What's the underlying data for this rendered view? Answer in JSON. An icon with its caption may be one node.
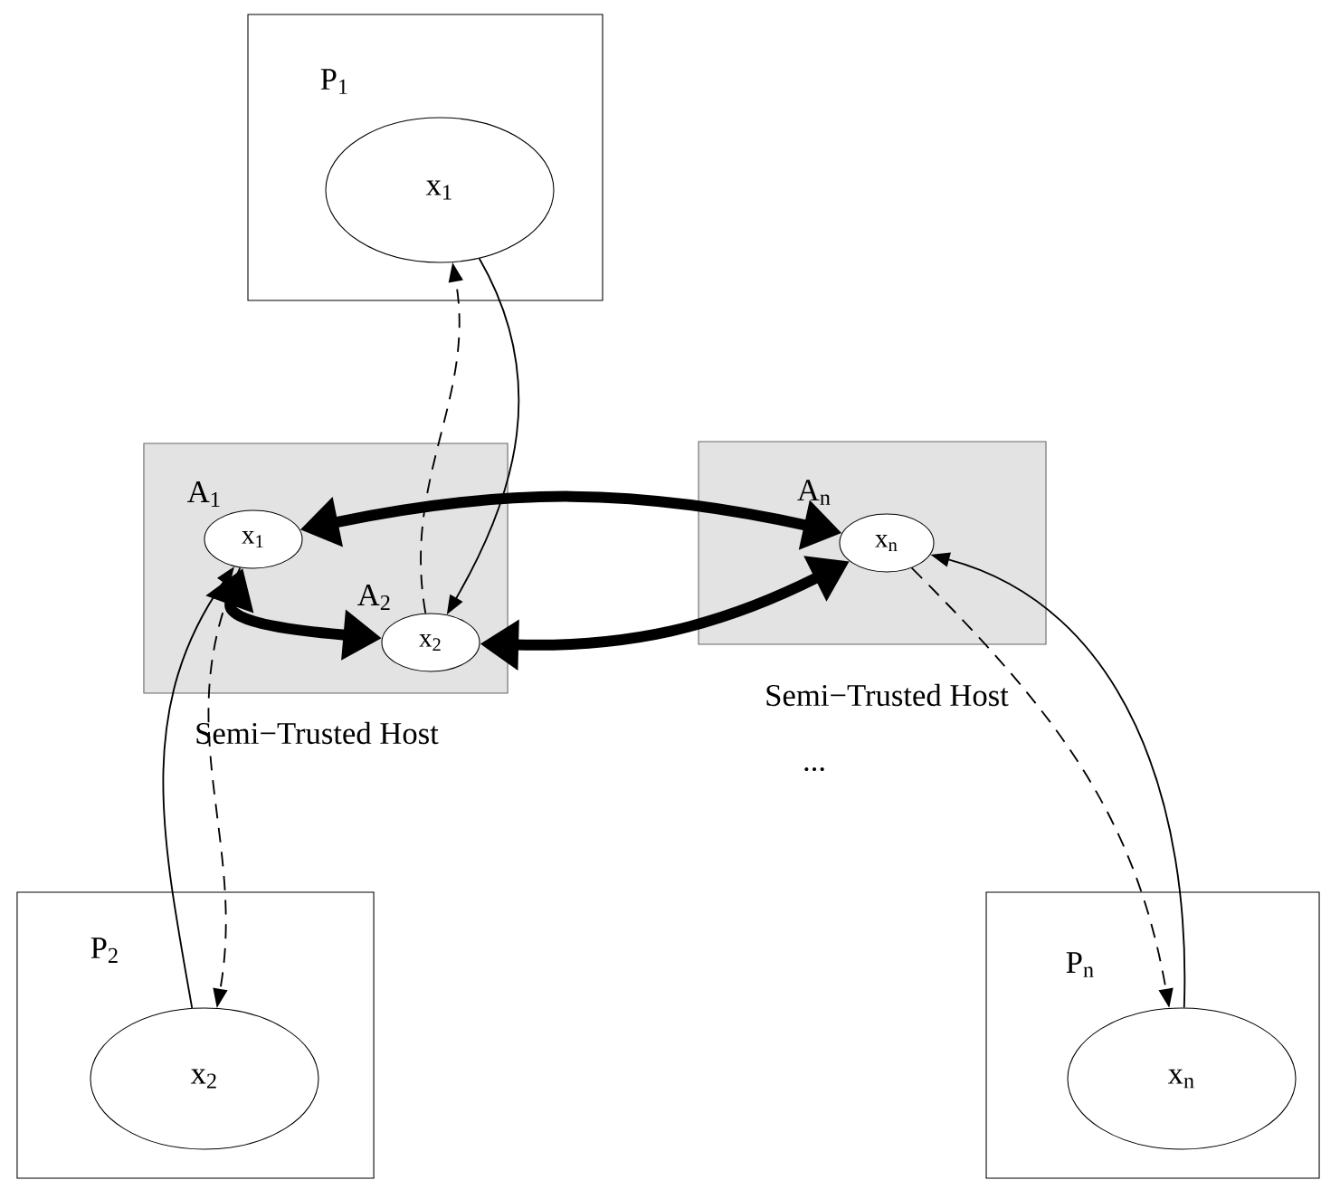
{
  "diagram": {
    "nodes": [
      {
        "text": [
          "P$_{1}$"
        ]
      },
      {
        "text": [
          "x$_{1}$"
        ],
        "in": 0
      },
      {
        "text": [
          "Semi−Trusted Host"
        ]
      },
      {
        "text": [
          "x$_{1}$"
        ],
        "in": 2,
        "beside": [
          "A$_{1}$"
        ]
      },
      {
        "text": [
          "x$_{2}$"
        ],
        "in": 2,
        "beside": [
          "A$_{2}$"
        ]
      },
      {
        "text": [
          "Semi−Trusted Host"
        ]
      },
      {
        "text": [
          "x$_{n}$"
        ],
        "in": 5,
        "beside": [
          "A$_{n}$"
        ]
      },
      {
        "text": [
          "P$_{2}$"
        ]
      },
      {
        "text": [
          "x$_{2}$"
        ],
        "in": 7
      },
      {
        "text": [
          "P$_{n}$"
        ]
      },
      {
        "text": [
          "x$_{n}$"
        ],
        "in": 9
      }
    ],
    "edges": [
      {
        "from": 1,
        "to": 4,
        "arrow": "to"
      },
      {
        "from": 4,
        "to": 1,
        "arrow": "to",
        "style": "dashed"
      },
      {
        "from": 8,
        "to": 3,
        "arrow": "to"
      },
      {
        "from": 3,
        "to": 8,
        "arrow": "to",
        "style": "dashed"
      },
      {
        "from": 10,
        "to": 6,
        "arrow": "to"
      },
      {
        "from": 6,
        "to": 10,
        "arrow": "to",
        "style": "dashed"
      },
      {
        "from": 3,
        "to": 6,
        "arrow": "both",
        "style": "thick"
      },
      {
        "from": 3,
        "to": 4,
        "arrow": "both",
        "style": "thick"
      },
      {
        "from": 4,
        "to": 6,
        "arrow": "both",
        "style": "thick"
      }
    ],
    "labels": [
      "..."
    ]
  }
}
